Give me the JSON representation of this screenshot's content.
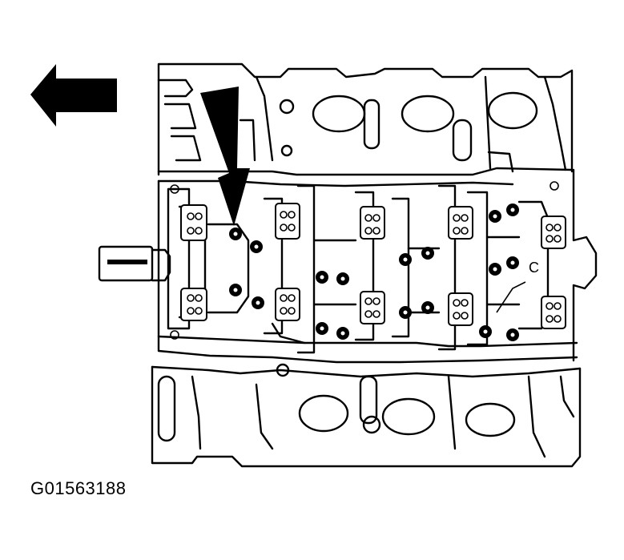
{
  "figure": {
    "code": "G01563188",
    "label_c": "C"
  },
  "colors": {
    "ink": "#000000",
    "paper": "#ffffff"
  },
  "icons": {
    "front_direction": "arrow-left-icon",
    "pointer": "arrow-down-icon"
  },
  "bolts": {
    "cap_bolt_count": 18
  }
}
